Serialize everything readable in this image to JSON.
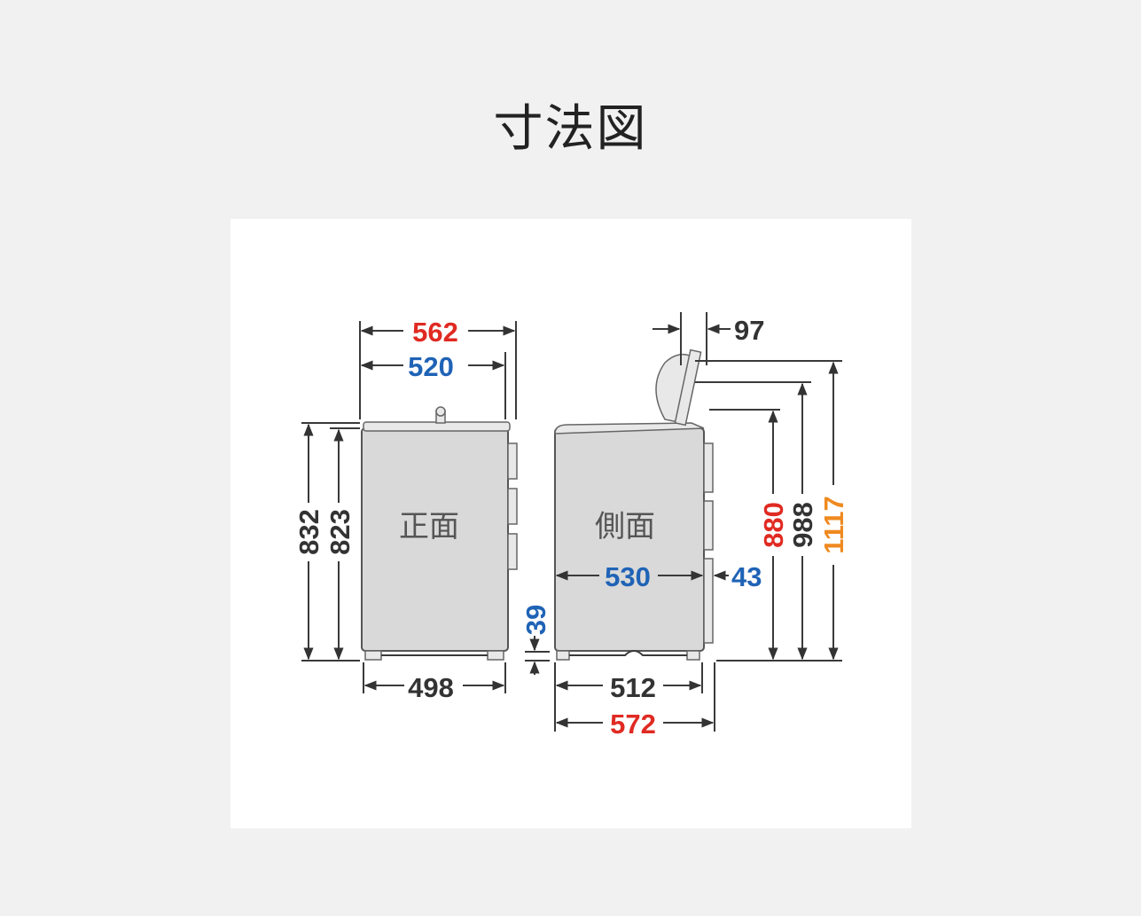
{
  "title": "寸法図",
  "colors": {
    "red": "#e02a22",
    "blue": "#1f63b6",
    "black": "#333333",
    "orange": "#ef8a1f",
    "card": "#ffffff",
    "background": "#f1f1f1"
  },
  "front": {
    "label": "正面",
    "width_outer": "562",
    "width_body": "520",
    "height_832": "832",
    "height_823": "823",
    "width_bottom": "498",
    "foot_gap": "39"
  },
  "side": {
    "label": "側面",
    "lid_offset": "97",
    "depth_body": "530",
    "hose_protrusion": "43",
    "height_880": "880",
    "height_988": "988",
    "height_1117": "1117",
    "depth_bottom": "512",
    "depth_total": "572"
  }
}
